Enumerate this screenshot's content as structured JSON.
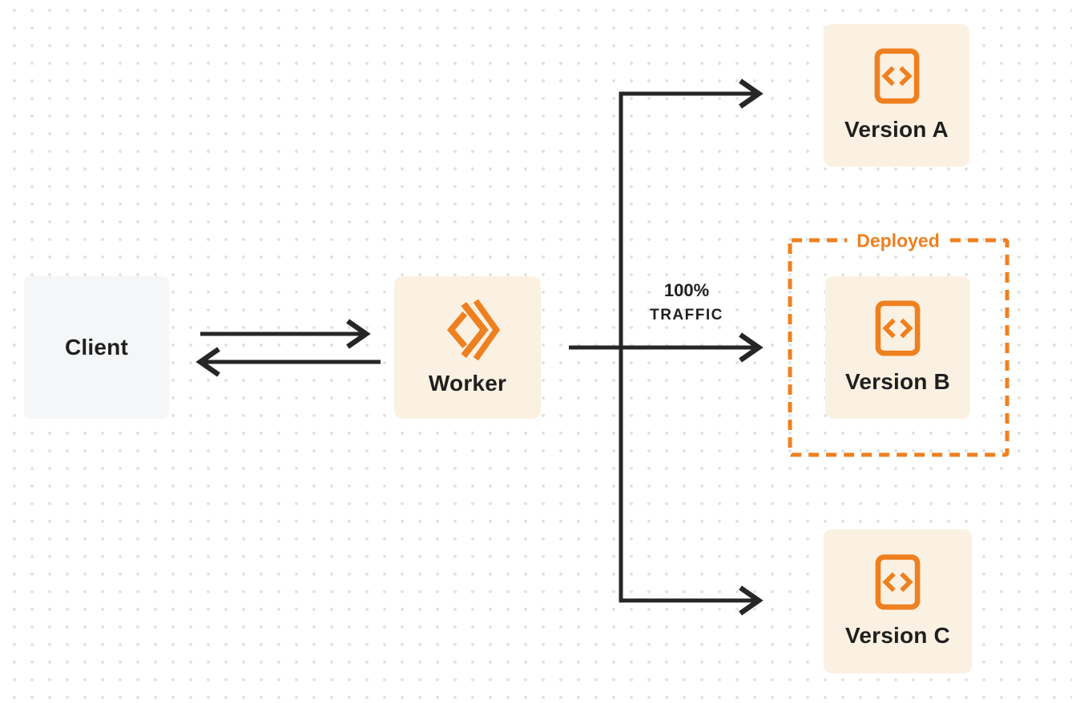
{
  "colors": {
    "accent_orange": "#EE8020",
    "node_cream_bg": "#FBF1E2",
    "node_gray_bg": "#F5F6F7",
    "connector_dark": "#262626",
    "label_dark": "#1F1F1F",
    "dot_grid": "#E3E3E3",
    "canvas_bg": "#FFFFFF"
  },
  "nodes": {
    "client": {
      "label": "Client"
    },
    "worker": {
      "label": "Worker",
      "icon": "cloudflare-workers-logo-icon"
    },
    "version_a": {
      "label": "Version A",
      "icon": "code-file-icon"
    },
    "version_b": {
      "label": "Version B",
      "icon": "code-file-icon"
    },
    "version_c": {
      "label": "Version C",
      "icon": "code-file-icon"
    }
  },
  "groups": {
    "deployed": {
      "label": "Deployed"
    }
  },
  "edges": {
    "traffic": {
      "percent": "100%",
      "word": "TRAFFIC"
    }
  }
}
